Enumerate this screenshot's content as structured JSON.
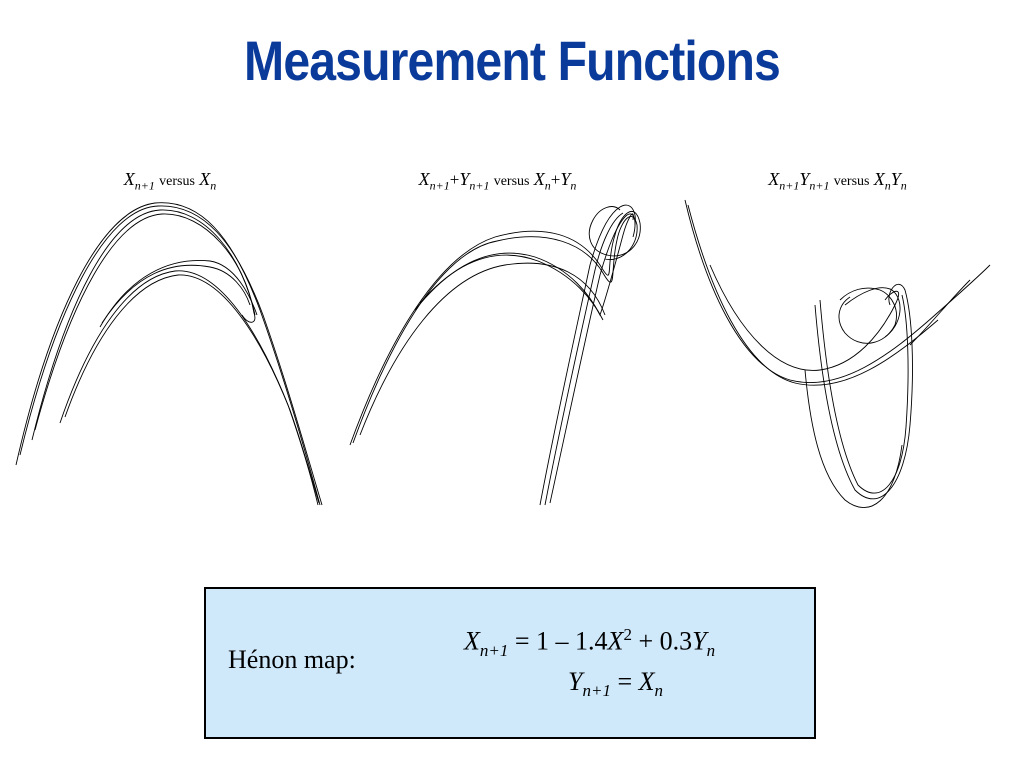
{
  "slide": {
    "title": "Measurement Functions"
  },
  "plots": [
    {
      "lhs": "X",
      "lhs_sub": "n+1",
      "versus": "versus",
      "rhs": "X",
      "rhs_sub": "n"
    },
    {
      "lhs_a": "X",
      "lhs_a_sub": "n+1",
      "plus1": "+",
      "lhs_b": "Y",
      "lhs_b_sub": "n+1",
      "versus": "versus",
      "rhs_a": "X",
      "rhs_a_sub": "n",
      "plus2": "+",
      "rhs_b": "Y",
      "rhs_b_sub": "n"
    },
    {
      "lhs_a": "X",
      "lhs_a_sub": "n+1",
      "lhs_b": "Y",
      "lhs_b_sub": "n+1",
      "versus": "versus",
      "rhs_a": "X",
      "rhs_a_sub": "n",
      "rhs_b": "Y",
      "rhs_b_sub": "n"
    }
  ],
  "formula_box": {
    "label": "Hénon map:",
    "eq1": {
      "var": "X",
      "sub": "n+1",
      "rhs_prefix": "= 1 – 1.4",
      "x2": "X",
      "x2_sup": "2",
      "rhs_mid": "+ 0.3",
      "y": "Y",
      "y_sub": "n"
    },
    "eq2": {
      "var": "Y",
      "sub": "n+1",
      "rhs_prefix": "=",
      "x": "X",
      "x_sub": "n"
    },
    "background_color": "#cfe9fb"
  },
  "colors": {
    "title": "#0a3a9a",
    "curve": "#000000"
  }
}
